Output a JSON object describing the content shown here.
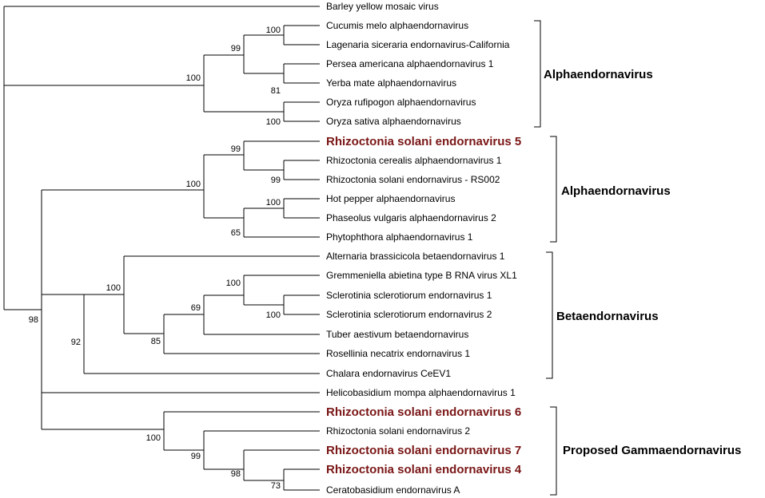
{
  "tree": {
    "leaves": [
      {
        "label": "Barley yellow mosaic virus",
        "highlight": false
      },
      {
        "label": "Cucumis melo alphaendornavirus",
        "highlight": false
      },
      {
        "label": "Lagenaria siceraria endornavirus-California",
        "highlight": false
      },
      {
        "label": "Persea americana alphaendornavirus 1",
        "highlight": false
      },
      {
        "label": "Yerba mate alphaendornavirus",
        "highlight": false
      },
      {
        "label": "Oryza rufipogon alphaendornavirus",
        "highlight": false
      },
      {
        "label": "Oryza sativa alphaendornavirus",
        "highlight": false
      },
      {
        "label": "Rhizoctonia solani endornavirus 5",
        "highlight": true
      },
      {
        "label": "Rhizoctonia cerealis alphaendornavirus 1",
        "highlight": false
      },
      {
        "label": "Rhizoctonia solani endornavirus - RS002",
        "highlight": false
      },
      {
        "label": "Hot pepper alphaendornavirus",
        "highlight": false
      },
      {
        "label": "Phaseolus vulgaris alphaendornavirus 2",
        "highlight": false
      },
      {
        "label": "Phytophthora alphaendornavirus 1",
        "highlight": false
      },
      {
        "label": "Alternaria brassicicola betaendornavirus 1",
        "highlight": false
      },
      {
        "label": "Gremmeniella abietina type B RNA virus XL1",
        "highlight": false
      },
      {
        "label": "Sclerotinia sclerotiorum endornavirus 1",
        "highlight": false
      },
      {
        "label": "Sclerotinia sclerotiorum endornavirus 2",
        "highlight": false
      },
      {
        "label": "Tuber aestivum betaendornavirus",
        "highlight": false
      },
      {
        "label": "Rosellinia necatrix endornavirus 1",
        "highlight": false
      },
      {
        "label": "Chalara endornavirus CeEV1",
        "highlight": false
      },
      {
        "label": "Helicobasidium mompa alphaendornavirus 1",
        "highlight": false
      },
      {
        "label": "Rhizoctonia solani endornavirus 6",
        "highlight": true
      },
      {
        "label": "Rhizoctonia solani endornavirus 2",
        "highlight": false
      },
      {
        "label": "Rhizoctonia solani endornavirus 7",
        "highlight": true
      },
      {
        "label": "Rhizoctonia solani endornavirus 4",
        "highlight": true
      },
      {
        "label": "Ceratobasidium endornavirus A",
        "highlight": false
      }
    ],
    "bootstrap": [
      "100",
      "99",
      "81",
      "100",
      "100",
      "99",
      "99",
      "100",
      "65",
      "100",
      "100",
      "69",
      "100",
      "85",
      "92",
      "98",
      "73",
      "98",
      "99",
      "100"
    ],
    "groups": [
      {
        "label": "Alphaendornavirus",
        "first_leaf": 1,
        "last_leaf": 6
      },
      {
        "label": "Alphaendornavirus",
        "first_leaf": 7,
        "last_leaf": 12
      },
      {
        "label": "Betaendornavirus",
        "first_leaf": 13,
        "last_leaf": 19
      },
      {
        "label": "Proposed Gammaendornavirus",
        "first_leaf": 21,
        "last_leaf": 25
      }
    ],
    "colors": {
      "branch": "#000000",
      "highlight": "#7a1616",
      "text": "#000000"
    }
  }
}
